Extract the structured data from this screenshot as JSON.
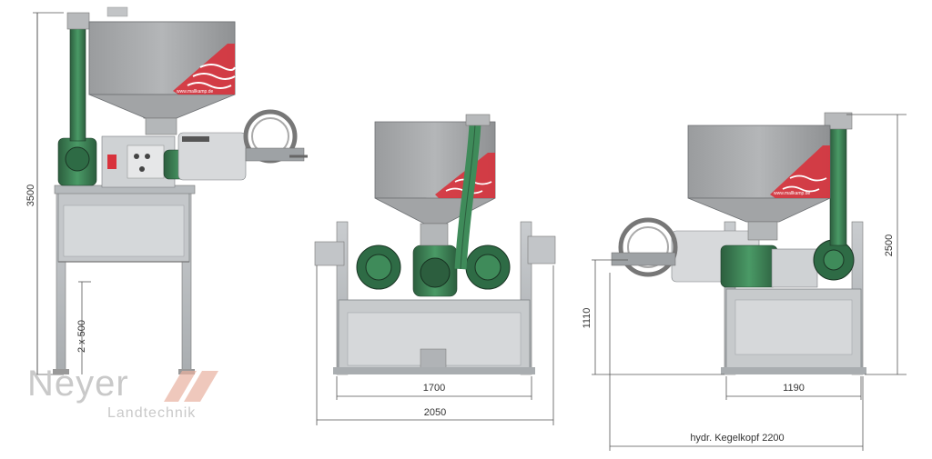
{
  "dimensions": {
    "left_height": "3500",
    "left_leg": "2 x 500",
    "center_width_inner": "1700",
    "center_width_outer": "2050",
    "right_height_total": "2500",
    "right_height_lower": "1110",
    "right_width_inner": "1190",
    "right_width_outer": "hydr. Kegelkopf 2200"
  },
  "hopper_label": "www.mallkamp.de",
  "logo": {
    "brand": "Neyer",
    "sub": "Landtechnik"
  },
  "colors": {
    "frame": "#b8bcbf",
    "frame_dark": "#8e9295",
    "hopper": "#a9abad",
    "pump_green": "#2f6b45",
    "pipe_green": "#3f8b5a",
    "accent_red": "#d8323c",
    "logo_grey": "#c9c9c9",
    "logo_accent": "#e8b0a0"
  }
}
